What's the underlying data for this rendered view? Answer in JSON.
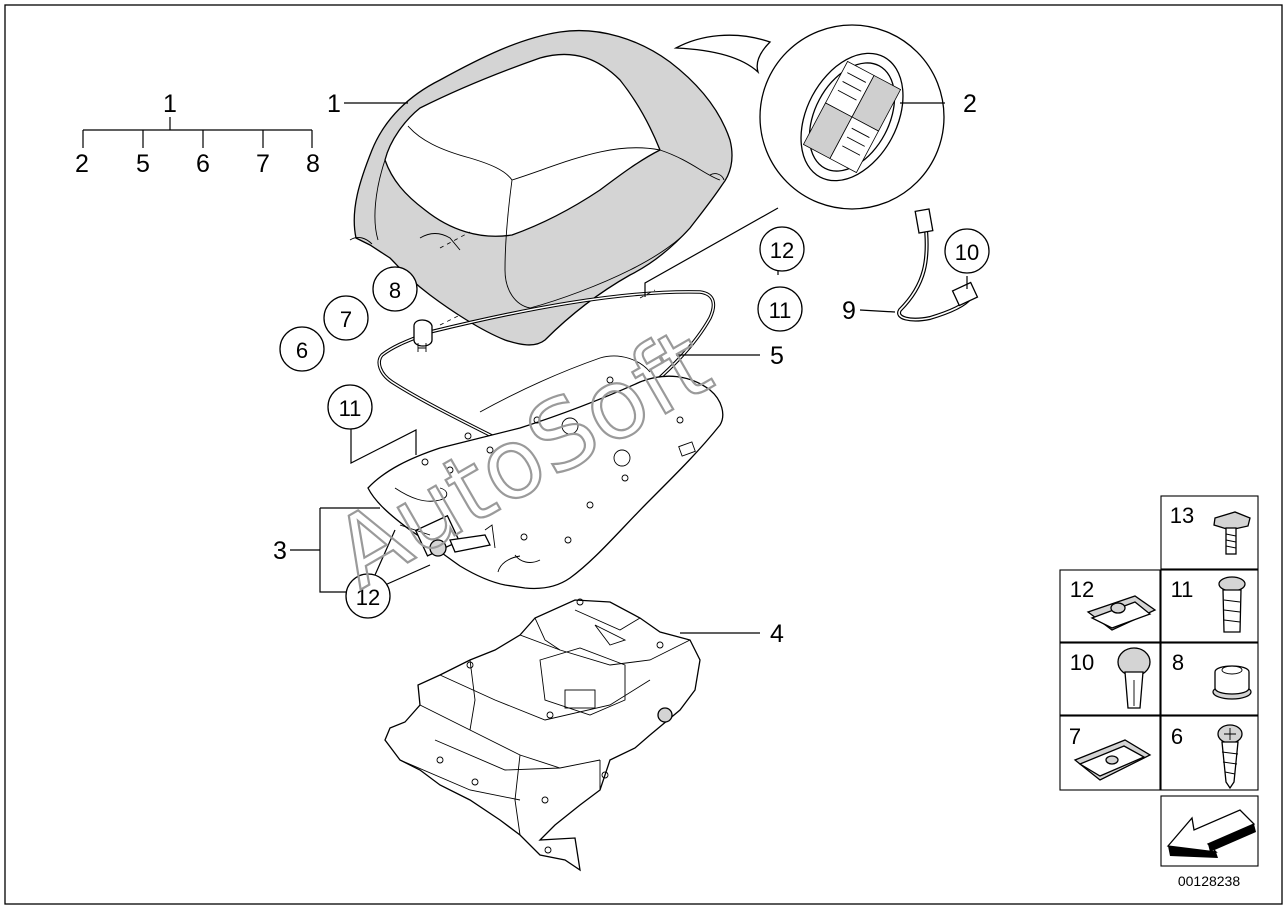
{
  "diagram": {
    "parts_tree": {
      "root": "1",
      "children": [
        "2",
        "5",
        "6",
        "7",
        "8"
      ]
    },
    "callouts": {
      "c1_cover": "1",
      "c2_emblem": "2",
      "c3_bracket": "3",
      "c4_carrier": "4",
      "c5_seal": "5",
      "c9_cable": "9"
    },
    "circled": {
      "c8": "8",
      "c7": "7",
      "c6": "6",
      "c12_top": "12",
      "c11_top": "11",
      "c10": "10",
      "c11_left": "11",
      "c12_left": "12"
    },
    "legend": {
      "cells": [
        {
          "label": "13",
          "icon": "flange-bolt-icon"
        },
        {
          "label": "12",
          "icon": "u-nut-clip-icon"
        },
        {
          "label": "11",
          "icon": "torx-screw-icon"
        },
        {
          "label": "10",
          "icon": "expanding-rivet-icon"
        },
        {
          "label": "8",
          "icon": "rubber-grommet-icon"
        },
        {
          "label": "7",
          "icon": "speed-nut-icon"
        },
        {
          "label": "6",
          "icon": "tapping-screw-icon"
        }
      ],
      "arrow_icon": "direction-arrow-icon"
    },
    "diagram_number": "00128238",
    "watermark": "AutoSoft"
  }
}
